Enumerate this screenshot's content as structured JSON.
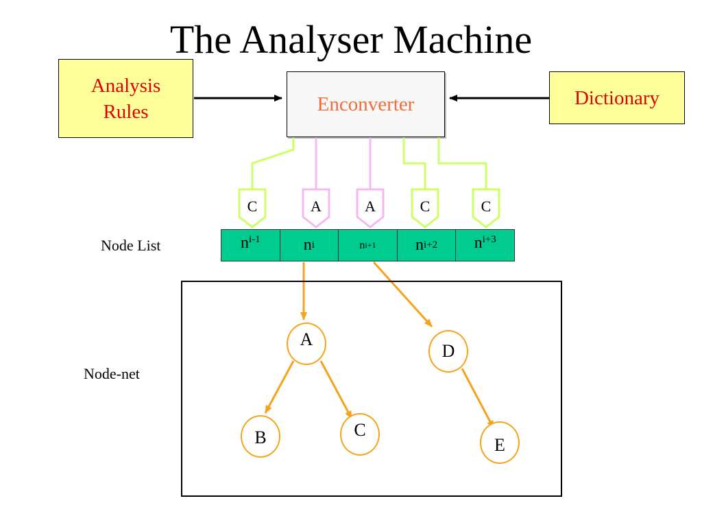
{
  "title": "The Analyser Machine",
  "boxes": {
    "rules_line1": "Analysis",
    "rules_line2": "Rules",
    "dictionary": "Dictionary",
    "enconverter": "Enconverter"
  },
  "ports": [
    "C",
    "A",
    "A",
    "C",
    "C"
  ],
  "node_list": {
    "label": "Node List",
    "cells": [
      {
        "base": "n",
        "sub": "i-1"
      },
      {
        "base": "n",
        "sub": "i"
      },
      {
        "base": "n",
        "sub": "i+1"
      },
      {
        "base": "n",
        "sub": "i+2"
      },
      {
        "base": "n",
        "sub": "i+3"
      }
    ]
  },
  "node_net": {
    "label": "Node-net",
    "nodes": [
      "A",
      "B",
      "C",
      "D",
      "E"
    ]
  },
  "colors": {
    "box_fill": "#ffff99",
    "box_text": "#e00000",
    "enconverter_text": "#f26b3a",
    "condition_wire": "#ccff66",
    "action_wire": "#f5b8f0",
    "cell_fill": "#00cc8f",
    "tree": "#f5a31a"
  }
}
